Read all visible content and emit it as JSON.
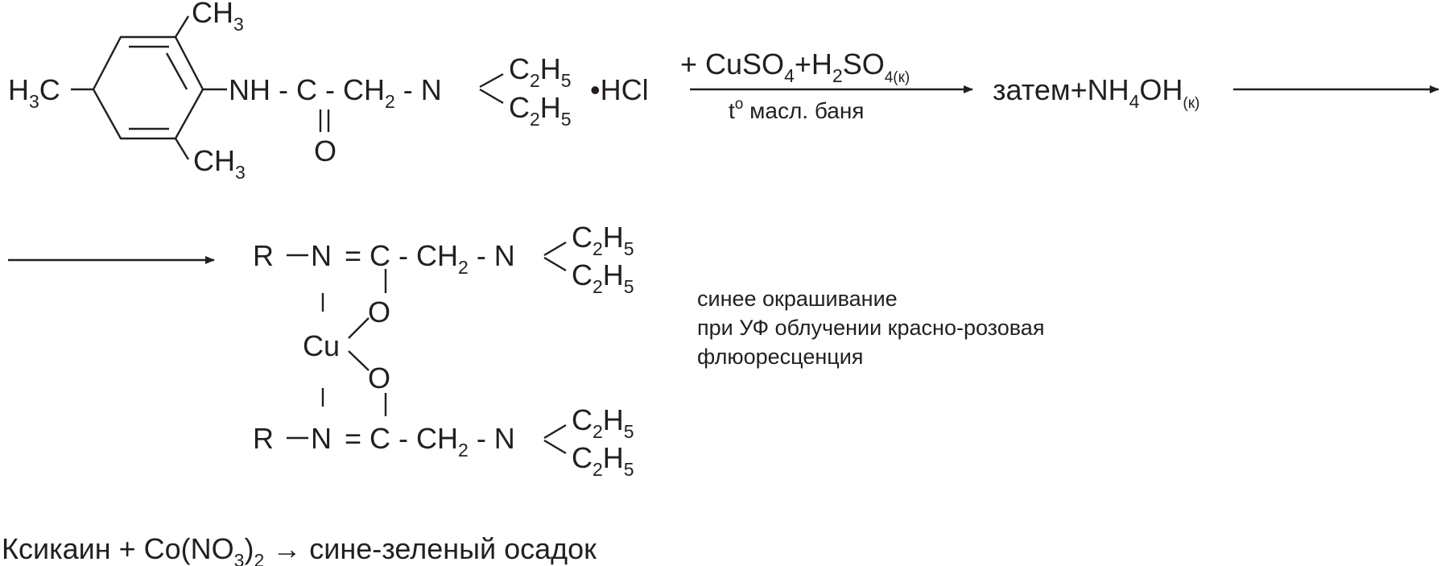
{
  "reagent": {
    "me_top": "CH",
    "me_top_sub": "3",
    "me_left_a": "H",
    "me_left_sub": "3",
    "me_left_b": "C",
    "me_bot": "CH",
    "me_bot_sub": "3",
    "chain_1": "NH - C - CH",
    "chain_1_sub": "2",
    "chain_2": " - N",
    "carbonyl_o": "O",
    "et_a": "C",
    "et_sub_a": "2",
    "et_b": "H",
    "et_sub_b": "5",
    "salt": "•HCl"
  },
  "step1": {
    "reagents": [
      "+ CuSO",
      "4",
      "+H",
      "2",
      "SO",
      "4(к)"
    ],
    "conditions": [
      "t",
      "o",
      " масл. баня"
    ]
  },
  "step2": {
    "then_text": "затем+NH",
    "then_sub1": "4",
    "then_text2": "OH",
    "then_sub2": "(к)"
  },
  "complex": {
    "r": "R",
    "n": "N",
    "eq_c": "= C - CH",
    "ch2_sub": "2",
    "dash_n": " - N",
    "o": "O",
    "cu": "Cu",
    "et_a": "C",
    "et_sub_a": "2",
    "et_b": "H",
    "et_sub_b": "5"
  },
  "observations": [
    "синее окрашивание",
    "при УФ облучении красно-розовая",
    "флюоресценция"
  ],
  "equation": {
    "left": "Ксикаин + Co(NO",
    "sub1": "3",
    "mid": ")",
    "sub2": "2",
    "arrow": " → ",
    "right": "сине-зеленый осадок"
  }
}
